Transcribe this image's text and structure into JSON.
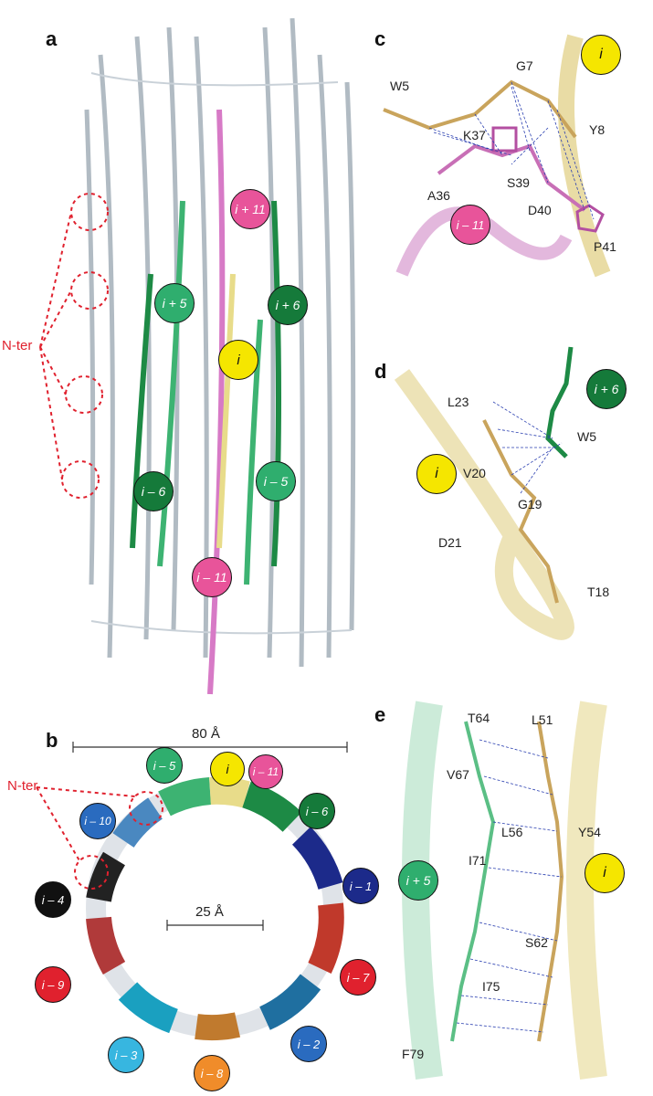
{
  "panels": {
    "a": "a",
    "b": "b",
    "c": "c",
    "d": "d",
    "e": "e"
  },
  "panel_a": {
    "nter_label": "N-ter",
    "badges": [
      "i + 11",
      "i + 5",
      "i + 6",
      "i",
      "i – 6",
      "i – 5",
      "i – 11"
    ]
  },
  "panel_b": {
    "nter_label": "N-ter",
    "outer_diameter": "80 Å",
    "inner_diameter": "25 Å",
    "badges": [
      "i – 5",
      "i",
      "i – 11",
      "i – 10",
      "i – 6",
      "i – 4",
      "i – 1",
      "i – 9",
      "i – 7",
      "i – 3",
      "i – 8",
      "i – 2"
    ]
  },
  "panel_c": {
    "badges": [
      "i",
      "i – 11"
    ],
    "residues": [
      "W5",
      "G7",
      "K37",
      "Y8",
      "A36",
      "S39",
      "D40",
      "P41"
    ]
  },
  "panel_d": {
    "badges": [
      "i + 6",
      "i"
    ],
    "residues": [
      "L23",
      "W5",
      "V20",
      "G19",
      "D21",
      "T18"
    ]
  },
  "panel_e": {
    "badges": [
      "i + 5",
      "i"
    ],
    "residues": [
      "T64",
      "L51",
      "V67",
      "L56",
      "Y54",
      "I71",
      "S62",
      "I75",
      "F79"
    ]
  },
  "colors": {
    "yellow": "#f5e600",
    "pink": "#e8549a",
    "green": "#2fae6e",
    "darkgreen": "#157a3a",
    "navy": "#1c2a8a",
    "blue": "#2a6bbf",
    "red": "#e0212e",
    "black": "#111111",
    "cyan": "#37b6e0",
    "orange": "#f08c2a",
    "gray": "#9aa3ab"
  }
}
